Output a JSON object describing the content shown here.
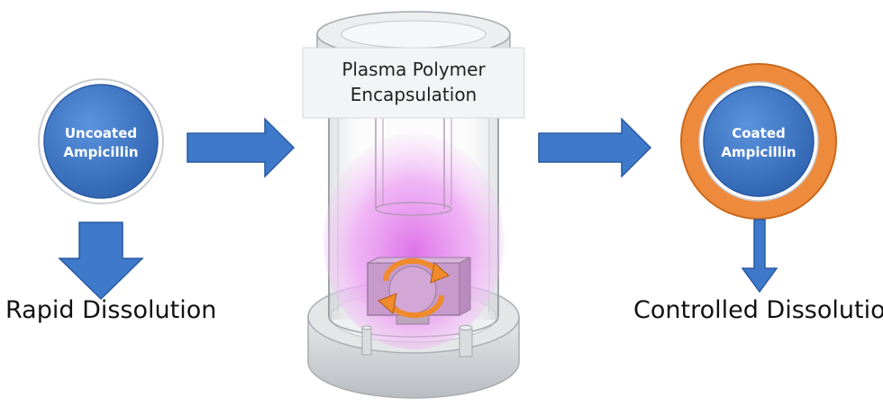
{
  "left": {
    "circle_line1": "Uncoated",
    "circle_line2": "Ampicillin",
    "result": "Rapid Dissolution"
  },
  "center": {
    "line1": "Plasma Polymer",
    "line2": "Encapsulation"
  },
  "right": {
    "circle_line1": "Coated",
    "circle_line2": "Ampicillin",
    "result": "Controlled Dissolution"
  },
  "colors": {
    "blue": "#3f79c9",
    "orange": "#ee8a3c",
    "glow": "#e98cf0"
  }
}
